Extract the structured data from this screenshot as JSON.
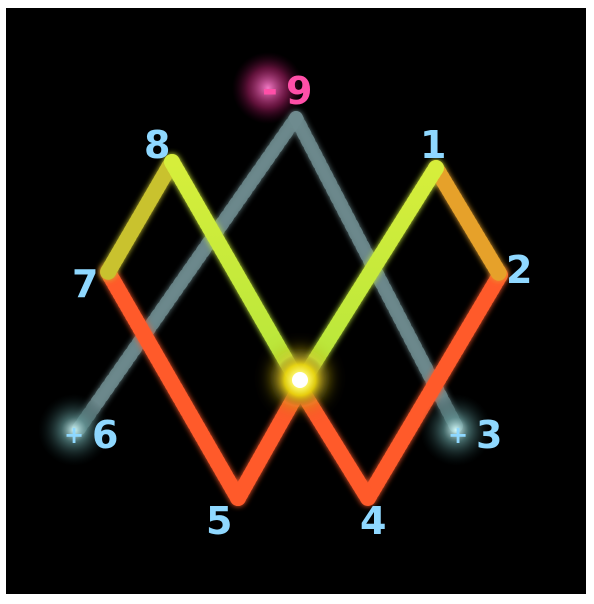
{
  "labels": {
    "n1": "1",
    "n2": "2",
    "n3": "3",
    "n4": "4",
    "n5": "5",
    "n6": "6",
    "n7": "7",
    "n8": "8",
    "n9": "9"
  },
  "signs": {
    "minus_9": "-",
    "plus_6": "+",
    "plus_3": "+"
  },
  "colors": {
    "background": "#000000",
    "label_blue": "#8fd8ff",
    "label_pink": "#ff4fa8",
    "green_trail": "#b6e63a",
    "red_trail": "#ff5a2a",
    "grey_trail": "#8aa3a8",
    "center_glow": "#fff84a"
  }
}
